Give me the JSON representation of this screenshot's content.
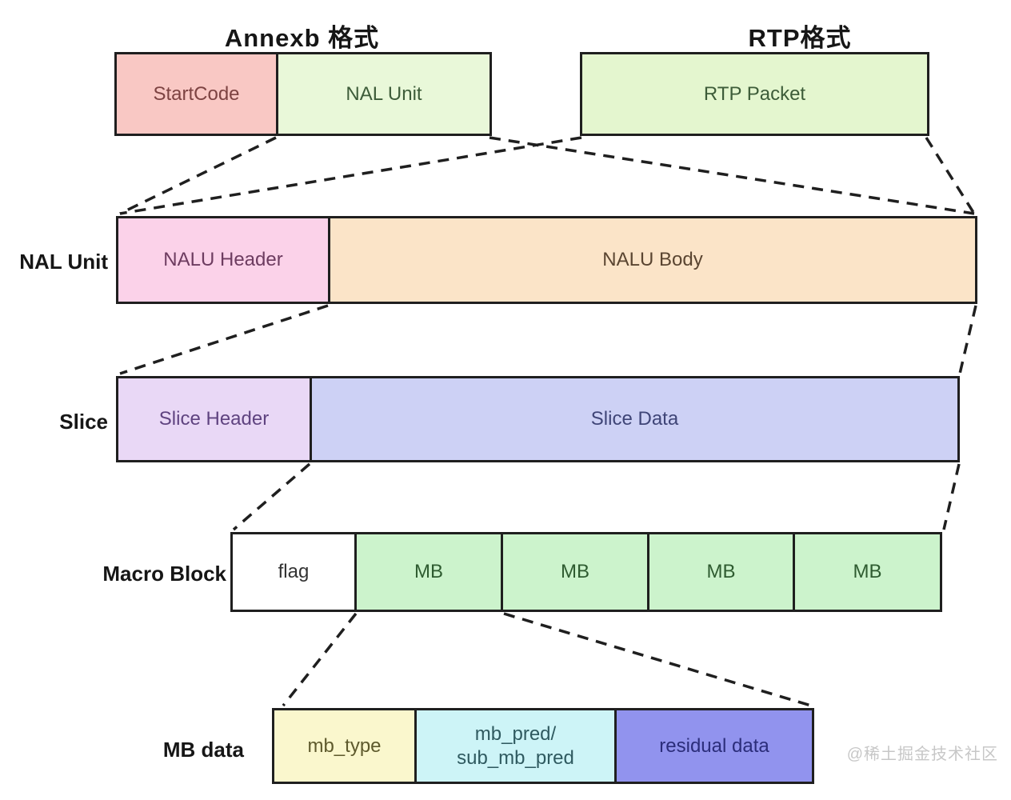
{
  "titles": {
    "annexb": "Annexb 格式",
    "rtp": "RTP格式"
  },
  "format_row": {
    "startcode": "StartCode",
    "nal_unit": "NAL Unit",
    "rtp_packet": "RTP Packet"
  },
  "nal_row": {
    "label": "NAL Unit",
    "header": "NALU Header",
    "body": "NALU Body"
  },
  "slice_row": {
    "label": "Slice",
    "header": "Slice Header",
    "data": "Slice Data"
  },
  "macro_row": {
    "label": "Macro Block",
    "flag": "flag",
    "mb": [
      "MB",
      "MB",
      "MB",
      "MB"
    ]
  },
  "mb_row": {
    "label": "MB data",
    "mb_type": "mb_type",
    "mb_pred": "mb_pred/\nsub_mb_pred",
    "residual": "residual data"
  },
  "watermark": "@稀土掘金技术社区",
  "colors": {
    "startcode_bg": "#f9c8c4",
    "nal_unit_bg": "#e9f8d9",
    "rtp_packet_bg": "#e4f6cf",
    "nalu_header_bg": "#fbd2e9",
    "nalu_body_bg": "#fbe4c8",
    "slice_header_bg": "#e9d8f6",
    "slice_data_bg": "#cdd1f5",
    "flag_bg": "#ffffff",
    "mb_bg": "#ccf3cc",
    "mb_type_bg": "#faf7cd",
    "mb_pred_bg": "#cdf4f7",
    "residual_bg": "#9193ee",
    "line_color": "#1f1f1f",
    "watermark_color": "#c7c7c7"
  }
}
